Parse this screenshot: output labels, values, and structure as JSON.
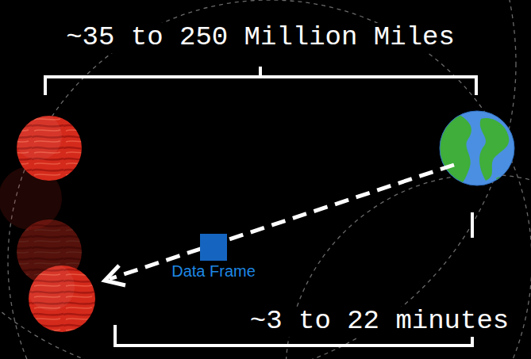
{
  "diagram": {
    "nodes": [
      {
        "text": [
          "Data Frame"
        ]
      }
    ],
    "labels": [
      "~35 to 250 Million Miles",
      "~3 to 22 minutes"
    ]
  }
}
